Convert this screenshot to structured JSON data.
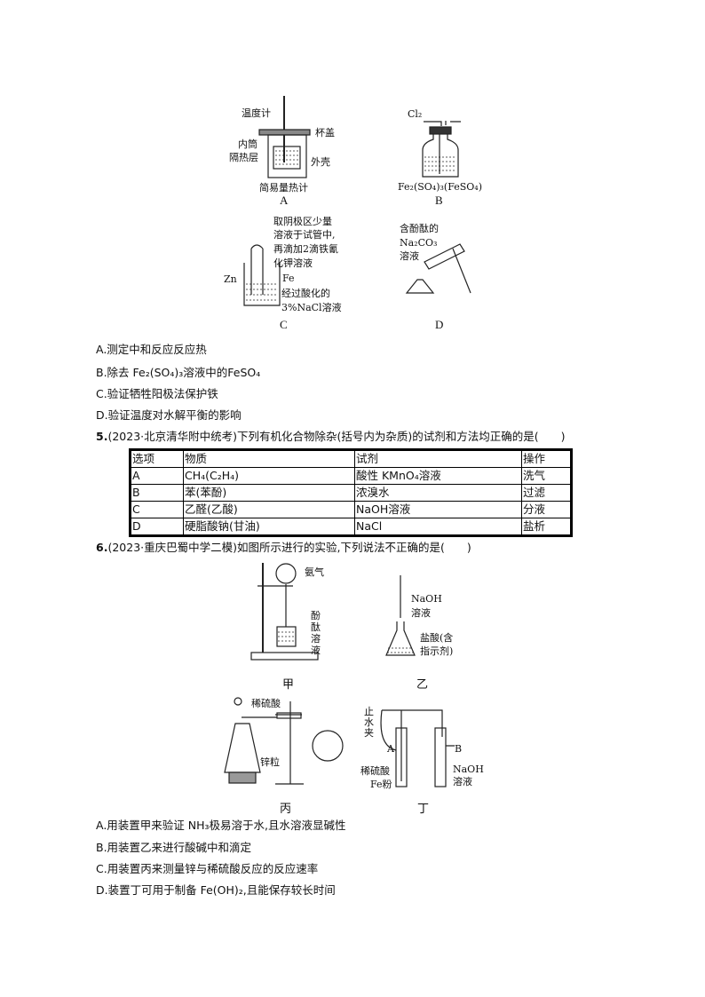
{
  "figure_q4": {
    "A": {
      "labels": [
        "温度计",
        "杯盖",
        "内筒",
        "隔热层",
        "外壳"
      ],
      "title": "简易量热计",
      "caption": "A"
    },
    "B": {
      "gas": "Cl₂",
      "solution": "Fe₂(SO₄)₃(FeSO₄)",
      "caption": "B"
    },
    "C": {
      "note": [
        "取阴极区少量",
        "溶液于试管中,",
        "再滴加2滴铁氰",
        "化钾溶液"
      ],
      "left": "Zn",
      "right": "Fe",
      "solution": [
        "经过酸化的",
        "3%NaCl溶液"
      ],
      "caption": "C"
    },
    "D": {
      "labels": [
        "含酚酞的",
        "Na₂CO₃",
        "溶液"
      ],
      "caption": "D"
    }
  },
  "q4_options": [
    "A.测定中和反应反应热",
    "B.除去 Fe₂(SO₄)₃溶液中的FeSO₄",
    "C.验证牺牲阳极法保护铁",
    "D.验证温度对水解平衡的影响"
  ],
  "q5": {
    "number": "5.",
    "stem": "(2023·北京清华附中统考)下列有机化合物除杂(括号内为杂质)的试剂和方法均正确的是(　　)",
    "table": {
      "headers": [
        "选项",
        "物质",
        "试剂",
        "操作"
      ],
      "rows": [
        [
          "A",
          "CH₄(C₂H₄)",
          "酸性 KMnO₄溶液",
          "洗气"
        ],
        [
          "B",
          "苯(苯酚)",
          "浓溴水",
          "过滤"
        ],
        [
          "C",
          "乙醛(乙酸)",
          "NaOH溶液",
          "分液"
        ],
        [
          "D",
          "硬脂酸钠(甘油)",
          "NaCl",
          "盐析"
        ]
      ]
    }
  },
  "q6": {
    "number": "6.",
    "stem": "(2023·重庆巴蜀中学二模)如图所示进行的实验,下列说法不正确的是(　　)",
    "figures": {
      "jia": {
        "labels": [
          "氨气",
          "酚",
          "酞",
          "溶",
          "液"
        ],
        "caption": "甲"
      },
      "yi": {
        "labels": [
          "NaOH",
          "溶液",
          "盐酸(含",
          "指示剂)"
        ],
        "caption": "乙"
      },
      "bing": {
        "labels": [
          "稀硫酸",
          "锌粒"
        ],
        "caption": "丙"
      },
      "ding": {
        "labels": [
          "止",
          "水",
          "夹",
          "A",
          "B",
          "稀硫酸",
          "Fe粉",
          "NaOH",
          "溶液"
        ],
        "caption": "丁"
      }
    },
    "options": [
      "A.用装置甲来验证 NH₃极易溶于水,且水溶液显碱性",
      "B.用装置乙来进行酸碱中和滴定",
      "C.用装置丙来测量锌与稀硫酸反应的反应速率",
      "D.装置丁可用于制备 Fe(OH)₂,且能保存较长时间"
    ]
  }
}
